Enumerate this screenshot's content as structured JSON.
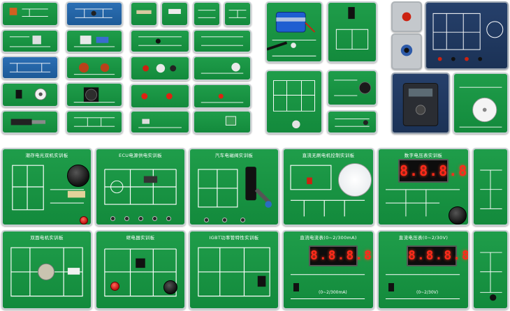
{
  "scene": {
    "description_labels": {
      "bottom_row_1": [
        "潮存电光双机实训板",
        "ECU电源供电实训板",
        "汽车电磁阀实训板",
        "直流无刷电机控制实训板",
        "数字电压表实训板"
      ],
      "bottom_row_2": [
        "双面电机实训板",
        "继电器实训板",
        "IGBT功率管特性实训板",
        "直流电流表(0~2/300mA)",
        "直流电压表(0~2/30V)"
      ]
    },
    "meters": {
      "voltmeter_top": "8.8.8.8",
      "ammeter": "8.8.8.8",
      "voltmeter_bottom": "8.8.8.8",
      "ammeter_caption": "(0~2/300mA)",
      "voltmeter_caption": "(0~2/30V)"
    },
    "colors": {
      "board_green": "#1a9444",
      "board_blue": "#2b6fb4",
      "board_navy": "#26406b",
      "frame_gray": "#c9cfd3",
      "led_red": "#ff2a1a"
    }
  }
}
